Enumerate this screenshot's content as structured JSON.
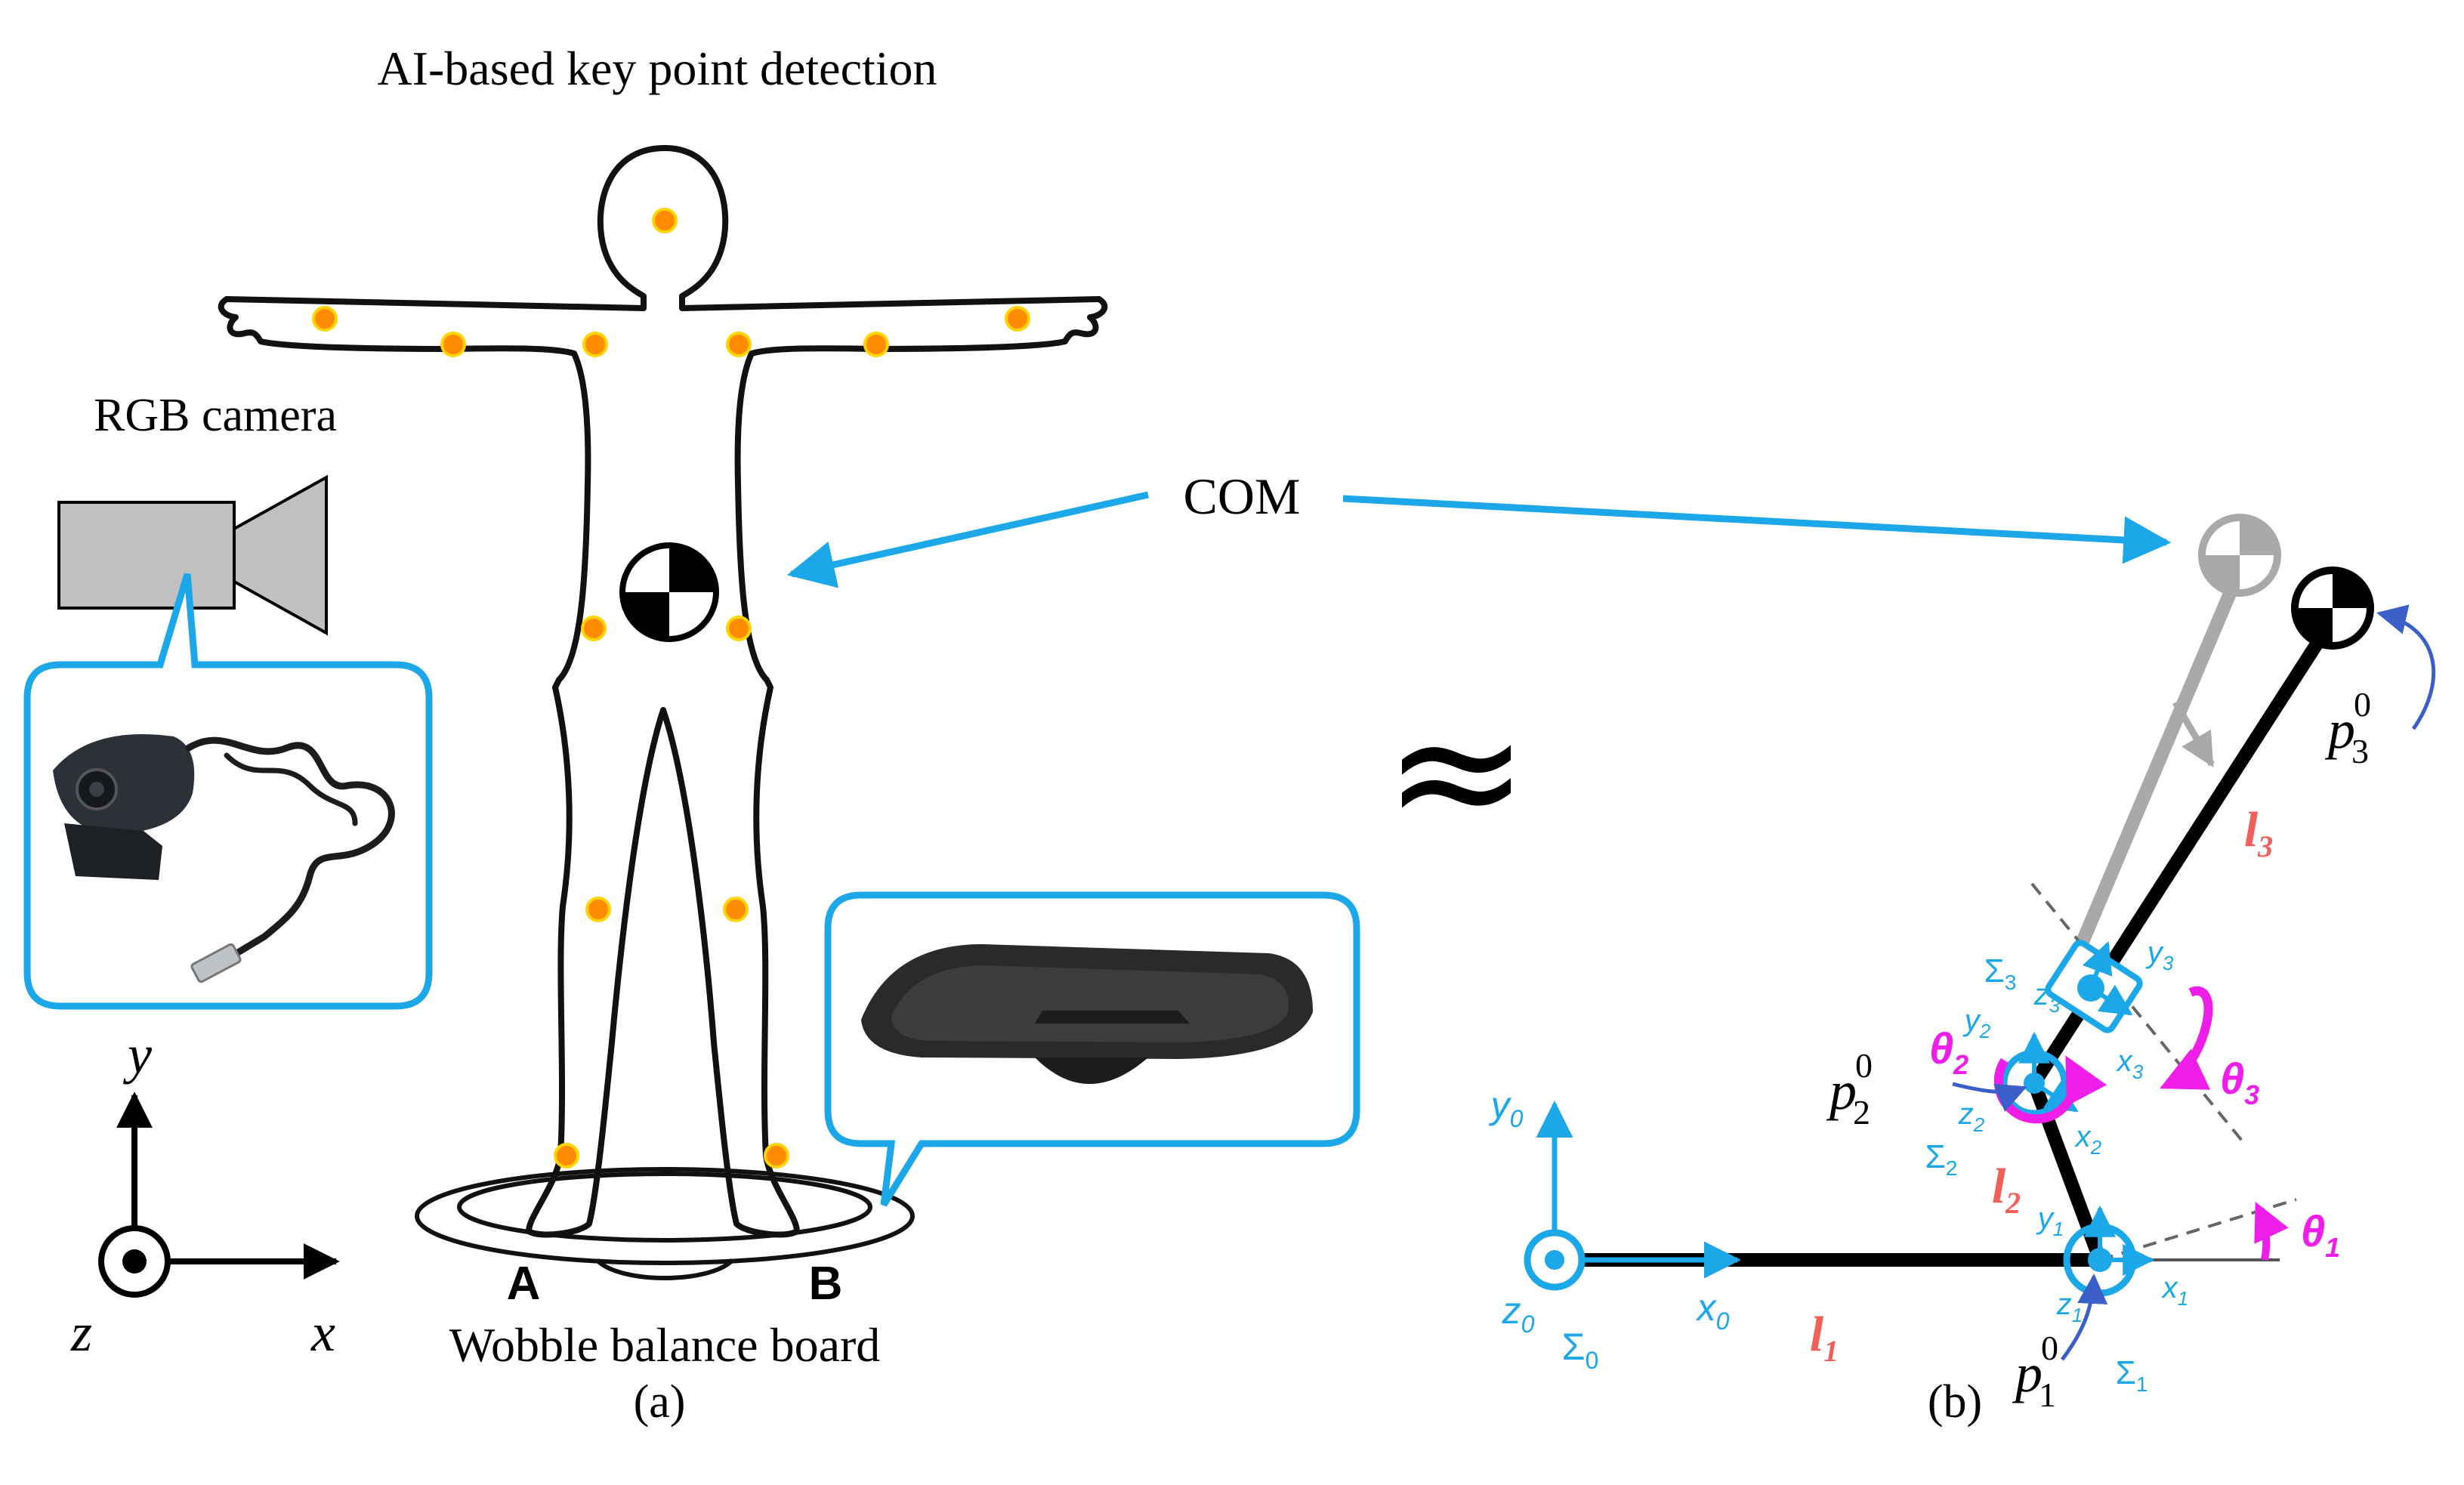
{
  "panel_a": {
    "title": "AI-based key point detection",
    "camera_label": "RGB camera",
    "com_label": "COM",
    "point_a": "A",
    "point_b": "B",
    "board_label": "Wobble balance board",
    "caption": "(a)",
    "axis_y": "y",
    "axis_z": "z",
    "axis_x": "x"
  },
  "approx_symbol": "≈",
  "panel_b": {
    "caption": "(b)",
    "l1": "l",
    "l1_sub": "1",
    "l2": "l",
    "l2_sub": "2",
    "l3": "l",
    "l3_sub": "3",
    "theta1": "θ",
    "theta1_sub": "1",
    "theta2": "θ",
    "theta2_sub": "2",
    "theta3": "θ",
    "theta3_sub": "3",
    "y0": "y",
    "y0_sub": "0",
    "z0": "z",
    "z0_sub": "0",
    "x0": "x",
    "x0_sub": "0",
    "sigma0": "Σ",
    "sigma0_sub": "0",
    "y1": "y",
    "y1_sub": "1",
    "z1": "z",
    "z1_sub": "1",
    "x1": "x",
    "x1_sub": "1",
    "sigma1": "Σ",
    "sigma1_sub": "1",
    "y2": "y",
    "y2_sub": "2",
    "z2": "z",
    "z2_sub": "2",
    "x2": "x",
    "x2_sub": "2",
    "sigma2": "Σ",
    "sigma2_sub": "2",
    "y3": "y",
    "y3_sub": "3",
    "z3": "z",
    "z3_sub": "3",
    "x3": "x",
    "x3_sub": "3",
    "sigma3": "Σ",
    "sigma3_sub": "3",
    "p1": "p",
    "p1_sub": "1",
    "p1_sup": "0",
    "p2": "p",
    "p2_sub": "2",
    "p2_sup": "0",
    "p3": "p",
    "p3_sub": "3",
    "p3_sup": "0"
  },
  "colors": {
    "accent_blue": "#1ba7e8",
    "dark_blue": "#3a5fc8",
    "link_red": "#f0605a",
    "theta_magenta": "#ee1ee8",
    "keypoint_fill": "#ff8c00",
    "keypoint_ring": "#ffd400",
    "ghost_gray": "#a9a9a9",
    "camera_gray": "#c0c0c0"
  }
}
